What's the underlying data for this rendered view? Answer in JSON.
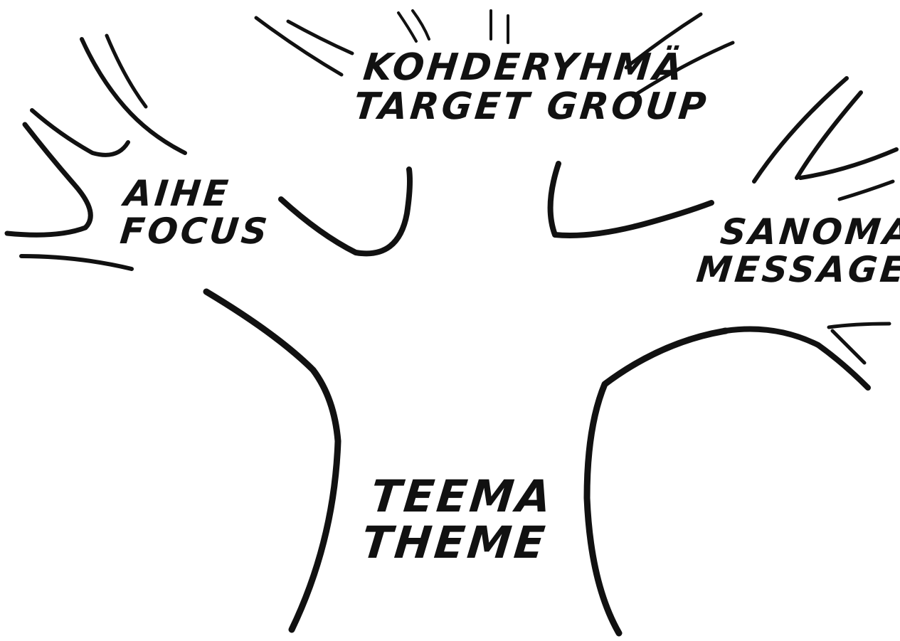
{
  "labels": {
    "target_group": {
      "finnish": "KOHDERYHMÄ",
      "english": "TARGET GROUP"
    },
    "focus": {
      "finnish": "AIHE",
      "english": "FOCUS"
    },
    "message": {
      "finnish": "SANOMA",
      "english": "MESSAGE"
    },
    "theme": {
      "finnish": "TEEMA",
      "english": "THEME"
    }
  },
  "colors": {
    "ink": "#111111",
    "background": "#ffffff"
  }
}
